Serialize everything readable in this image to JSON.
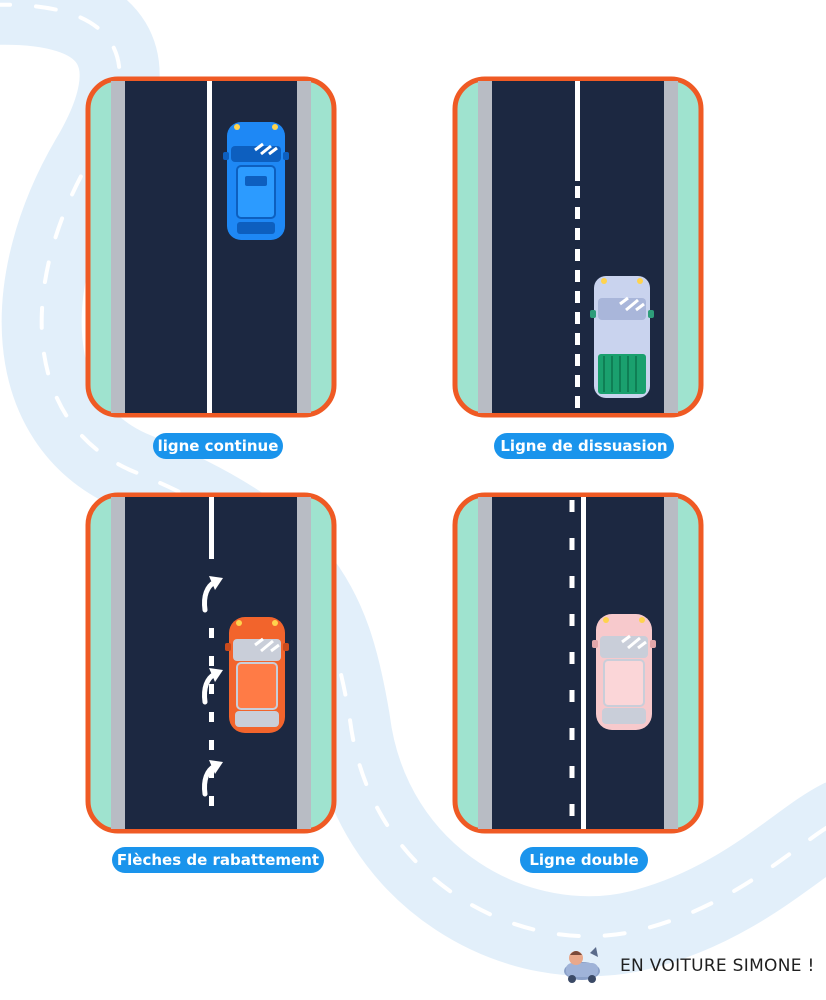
{
  "labels": {
    "top_left": "ligne continue",
    "top_right": "Ligne de dissuasion",
    "bottom_left": "Flèches de rabattement",
    "bottom_right": "Ligne double"
  },
  "brand": {
    "name": "EN VOITURE SIMONE !"
  },
  "colors": {
    "frame": "#ef5a24",
    "road": "#1c2841",
    "verge": "#9fe3cf",
    "curb": "#b8bcc4",
    "marking": "#ffffff",
    "label_bg": "#1a94ec",
    "background_road": "#e2effa",
    "car_blue": "#1e88f5",
    "car_silver_green": "#c9d3ee",
    "car_orange": "#f2642c",
    "car_pink": "#f7c9cc"
  }
}
